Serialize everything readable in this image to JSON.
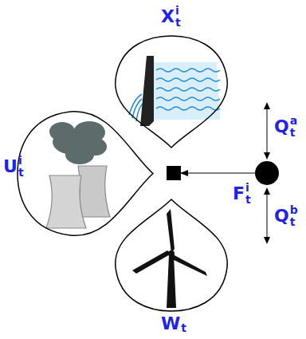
{
  "diagram": {
    "nodes": [
      {
        "text": [
          "X",
          "t",
          "i"
        ]
      },
      {
        "text": [
          "U",
          "t",
          "i"
        ]
      },
      {
        "text": [
          "W",
          "t"
        ]
      },
      {
        "text": []
      },
      {
        "text": []
      }
    ],
    "edges": [
      {
        "from": 4,
        "to": 3,
        "arrow": "to"
      }
    ],
    "labels": [
      "F",
      "t",
      "i",
      "Q",
      "t",
      "a",
      "Q",
      "t",
      "b"
    ]
  }
}
